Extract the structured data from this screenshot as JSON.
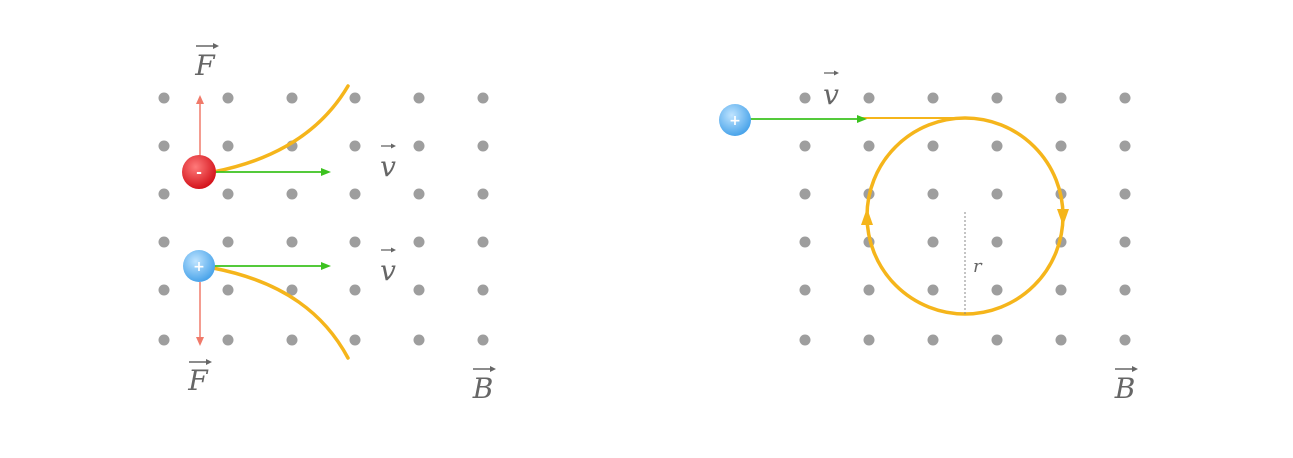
{
  "colors": {
    "field_dot": "#9e9e9e",
    "velocity": "#3cc21f",
    "force": "#f07a6a",
    "trajectory": "#f5b51b",
    "negative_charge": "#e8202a",
    "positive_charge": "#6db8f0",
    "label": "#666666",
    "radius_line": "#888888"
  },
  "left_panel": {
    "force_top_label": "F",
    "force_bottom_label": "F",
    "velocity_top_label": "v",
    "velocity_bottom_label": "v",
    "field_label": "B",
    "negative_sign": "-",
    "positive_sign": "+"
  },
  "right_panel": {
    "velocity_label": "v",
    "radius_label": "r",
    "field_label": "B",
    "positive_sign": "+"
  },
  "icons": {
    "vector_arrow": "combining-right-arrow-above",
    "field_dot": "out-of-page-dot"
  }
}
